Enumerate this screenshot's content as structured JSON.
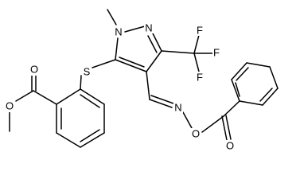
{
  "structure": {
    "atoms": {
      "n_methyl": "N",
      "n_ring": "N",
      "s_thioether": "S",
      "o_ester_carbonyl": "O",
      "o_ester_methoxy": "O",
      "n_oxime": "N",
      "o_oxime": "O",
      "o_benzoyl_carbonyl": "O",
      "f_1": "F",
      "f_2": "F",
      "f_3": "F"
    },
    "substituents": [
      "methyl",
      "methyl ester",
      "trifluoromethyl",
      "benzoyl oxime"
    ],
    "stereo": "E"
  }
}
